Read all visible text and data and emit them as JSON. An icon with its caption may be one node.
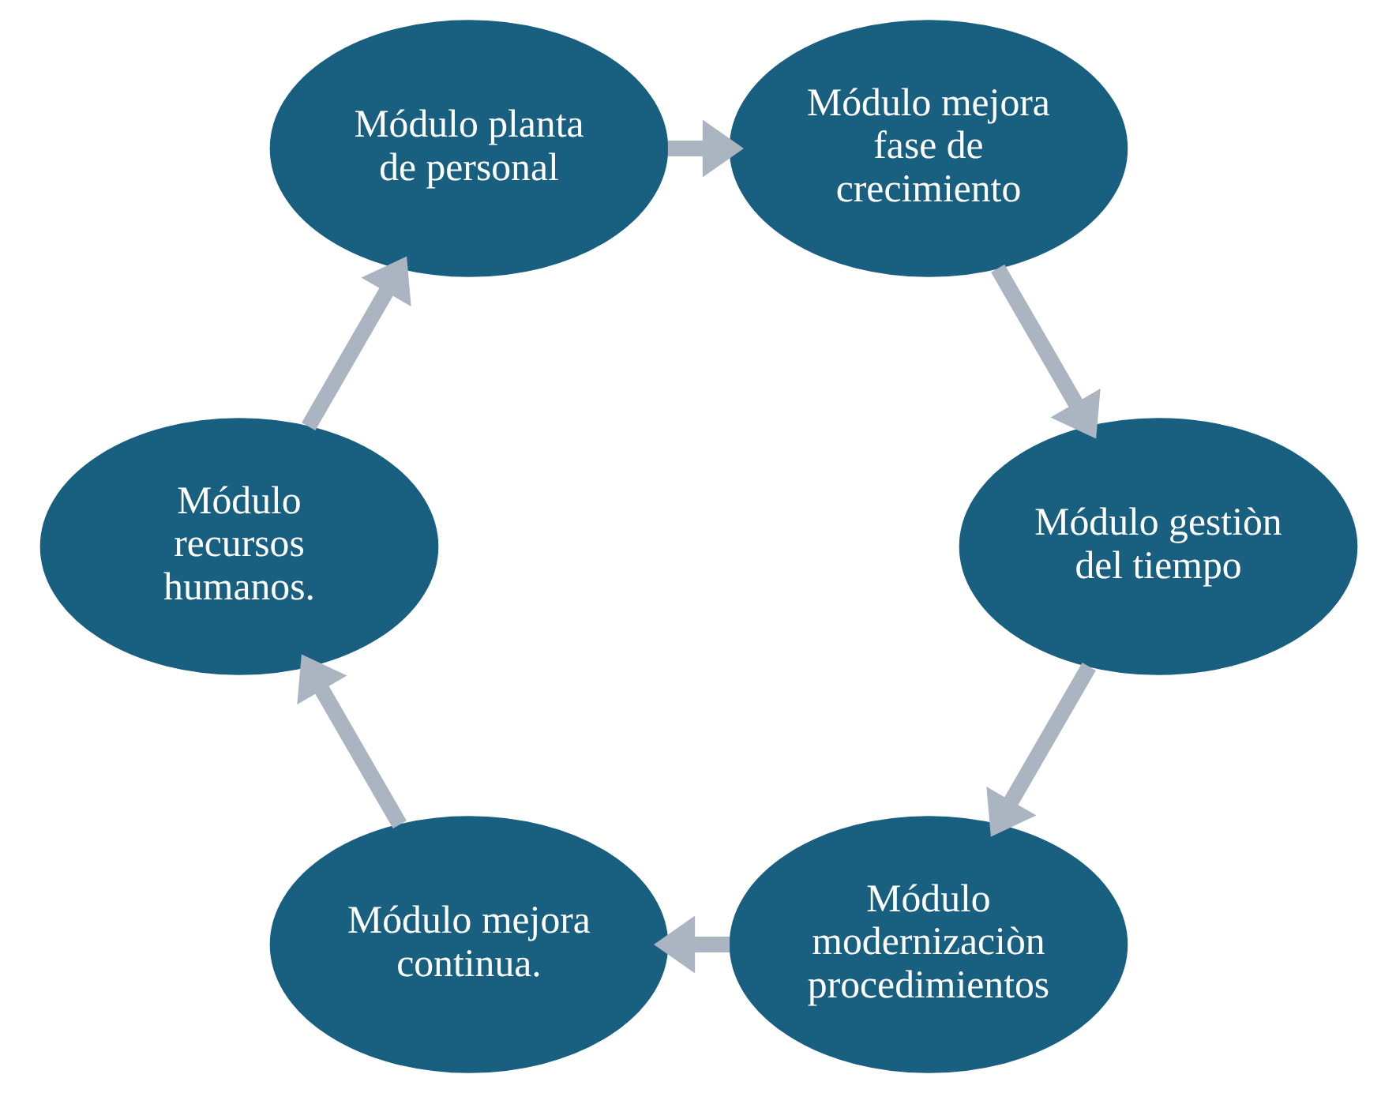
{
  "diagram": {
    "nodes": [
      {
        "text": [
          "Módulo modernizaciòn procedimientos"
        ]
      },
      {
        "text": [
          "Módulo mejora continua."
        ]
      },
      {
        "text": [
          "Módulo recursos humanos."
        ]
      },
      {
        "text": [
          "Módulo planta de personal"
        ]
      },
      {
        "text": [
          "Módulo mejora fase de crecimiento"
        ]
      },
      {
        "text": [
          "Módulo gestiòn del tiempo"
        ]
      }
    ],
    "edges": [
      {
        "from": 0,
        "to": 1,
        "arrow": "to"
      },
      {
        "from": 1,
        "to": 2,
        "arrow": "to"
      },
      {
        "from": 2,
        "to": 3,
        "arrow": "to"
      },
      {
        "from": 3,
        "to": 4,
        "arrow": "to"
      },
      {
        "from": 4,
        "to": 5,
        "arrow": "to"
      },
      {
        "from": 5,
        "to": 0,
        "arrow": "to"
      }
    ]
  }
}
